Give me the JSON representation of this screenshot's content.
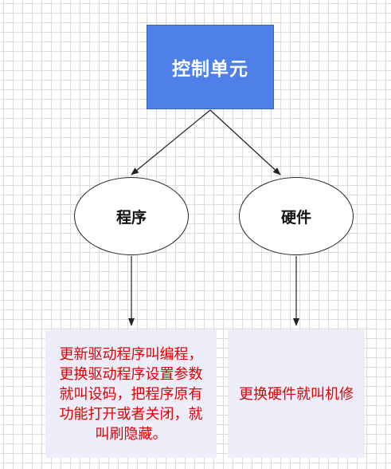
{
  "nodes": {
    "control_unit": {
      "label": "控制单元"
    },
    "program": {
      "label": "程序"
    },
    "hardware": {
      "label": "硬件"
    }
  },
  "notes": {
    "program": "更新驱动程序叫编程，更换驱动程序设置参数就叫设码，把程序原有功能打开或者关闭，就叫刷隐藏。",
    "hardware": "更换硬件就叫机修"
  },
  "colors": {
    "box_fill": "#4f7fe8",
    "box_text": "#ffffff",
    "note_fill": "#eeeefb",
    "note_text": "#e00000",
    "grid_line": "#dcdcdc",
    "edge": "#222222"
  }
}
